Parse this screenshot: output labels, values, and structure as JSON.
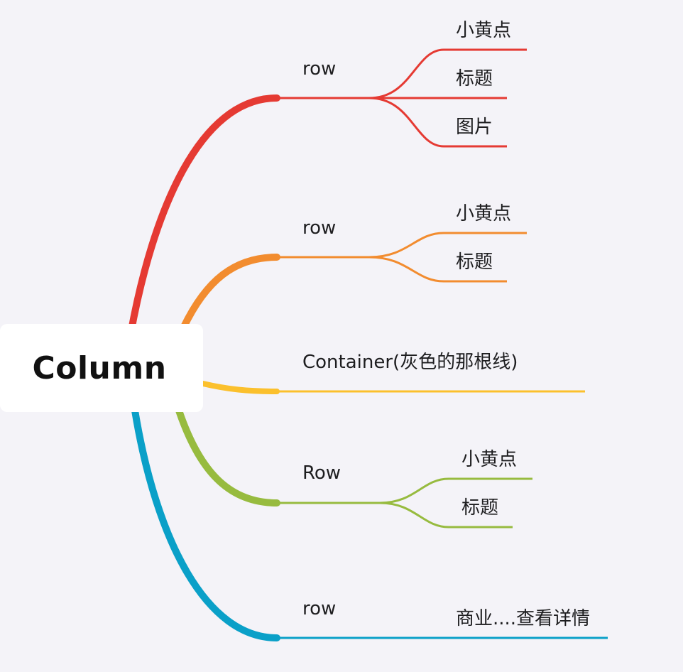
{
  "root": {
    "label": "Column"
  },
  "branches": [
    {
      "label": "row",
      "color": "#e53a33",
      "children": [
        "小黄点",
        "标题",
        "图片"
      ]
    },
    {
      "label": "row",
      "color": "#f28c2f",
      "children": [
        "小黄点",
        "标题"
      ]
    },
    {
      "label": "Container(灰色的那根线)",
      "color": "#fbc02d",
      "children": []
    },
    {
      "label": "Row",
      "color": "#97bb3f",
      "children": [
        "小黄点",
        "标题"
      ]
    },
    {
      "label": "row",
      "color": "#0aa0c8",
      "children": [
        "商业....查看详情"
      ]
    }
  ]
}
